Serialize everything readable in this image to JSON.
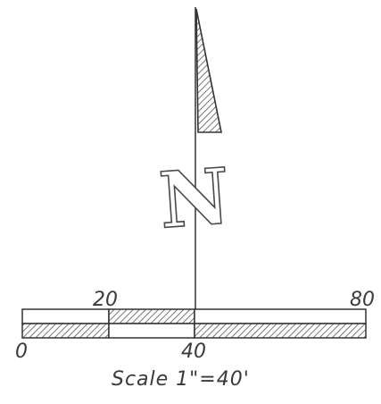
{
  "north_arrow": {
    "letter": "N"
  },
  "scale_bar": {
    "tick_labels_top": [
      "20",
      "80"
    ],
    "tick_labels_bottom": [
      "0",
      "40"
    ],
    "caption": "Scale 1\"=40'"
  },
  "colors": {
    "ink": "#3a3a3a",
    "hatch": "#555555",
    "background": "#ffffff"
  }
}
